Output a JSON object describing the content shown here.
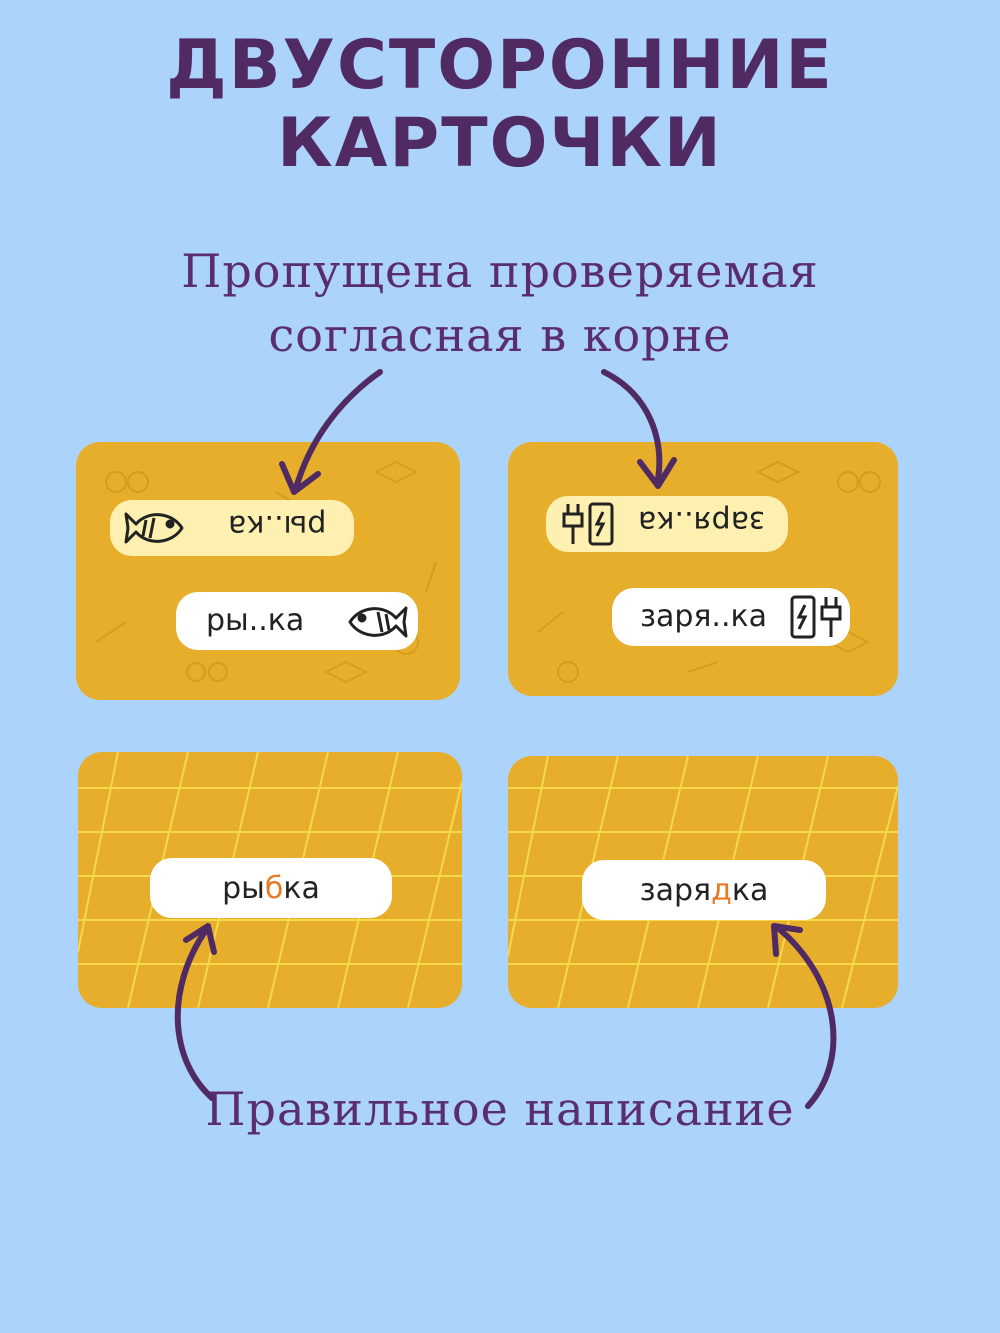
{
  "title": {
    "line1": "ДВУСТОРОННИЕ",
    "line2": "КАРТОЧКИ"
  },
  "annotation_top": {
    "line1": "Пропущена проверяемая",
    "line2": "согласная в корне"
  },
  "annotation_bottom": "Правильное написание",
  "cards_front": [
    {
      "word_upside": "ры..ка",
      "word": "ры..ка",
      "icon": "fish-icon"
    },
    {
      "word_upside": "заря..ка",
      "word": "заря..ка",
      "icon": "battery-plug-icon"
    }
  ],
  "cards_back": [
    {
      "prefix": "ры",
      "letter": "б",
      "suffix": "ка"
    },
    {
      "prefix": "заря",
      "letter": "д",
      "suffix": "ка"
    }
  ],
  "colors": {
    "background": "#acd3f9",
    "card": "#e6ae2a",
    "title": "#4f2a63",
    "highlight": "#e67a25"
  }
}
